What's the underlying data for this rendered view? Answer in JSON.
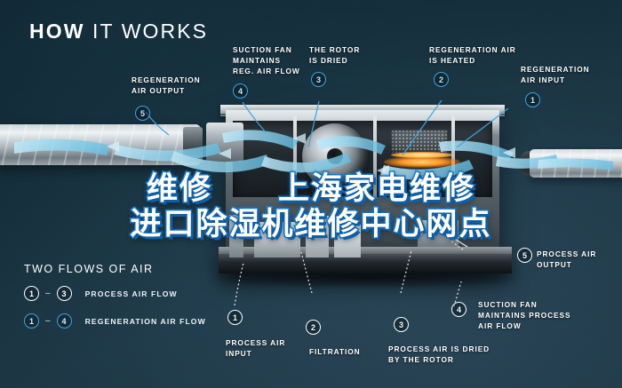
{
  "header": {
    "title_bold": "HOW",
    "title_light": "IT WORKS"
  },
  "colors": {
    "background_dark": "#0c2733",
    "background_light": "#22404f",
    "accent_blue": "#3fa4dc",
    "airflow_blue": "#8fd3ef",
    "heater_orange": "#ff9a22",
    "watermark_fill": "#ffffff",
    "watermark_stroke": "#1f7fd0"
  },
  "callouts": [
    {
      "number": "5",
      "label": "REGENERATION\nAIR OUTPUT",
      "style": "blue",
      "position": "top-left"
    },
    {
      "number": "4",
      "label": "SUCTION FAN\nMAINTAINS\nREG. AIR FLOW",
      "style": "blue",
      "position": "top-center-left"
    },
    {
      "number": "3",
      "label": "THE ROTOR\nIS DRIED",
      "style": "blue",
      "position": "top-center"
    },
    {
      "number": "2",
      "label": "REGENERATION AIR\nIS HEATED",
      "style": "blue",
      "position": "top-center-right"
    },
    {
      "number": "1",
      "label": "REGENERATION\nAIR INPUT",
      "style": "blue",
      "position": "top-right"
    },
    {
      "number": "5",
      "label": "PROCESS AIR\nOUTPUT",
      "style": "white",
      "position": "right"
    },
    {
      "number": "4",
      "label": "SUCTION FAN\nMAINTAINS PROCESS\nAIR FLOW",
      "style": "white",
      "position": "bottom-right"
    },
    {
      "number": "3",
      "label": "PROCESS AIR IS DRIED\nBY THE ROTOR",
      "style": "white",
      "position": "bottom-center-right"
    },
    {
      "number": "2",
      "label": "FILTRATION",
      "style": "white",
      "position": "bottom-center"
    },
    {
      "number": "1",
      "label": "PROCESS AIR\nINPUT",
      "style": "white",
      "position": "bottom-left"
    }
  ],
  "legend": {
    "title": "TWO FLOWS OF AIR",
    "rows": [
      {
        "from": "1",
        "dash": "–",
        "to": "3",
        "label": "PROCESS AIR FLOW",
        "style": "white"
      },
      {
        "from": "1",
        "dash": "–",
        "to": "4",
        "label": "REGENERATION AIR FLOW",
        "style": "blue"
      }
    ]
  },
  "watermark": {
    "line1": "维修　　上海家电维修",
    "line2": "进口除湿机维修中心网点"
  },
  "illustration": {
    "name": "desiccant-dehumidifier-cutaway",
    "parts": [
      "left-spiral-duct",
      "right-spiral-duct",
      "cabinet",
      "desiccant-rotor",
      "heater-grille",
      "filter-boxes",
      "base-slab"
    ]
  }
}
